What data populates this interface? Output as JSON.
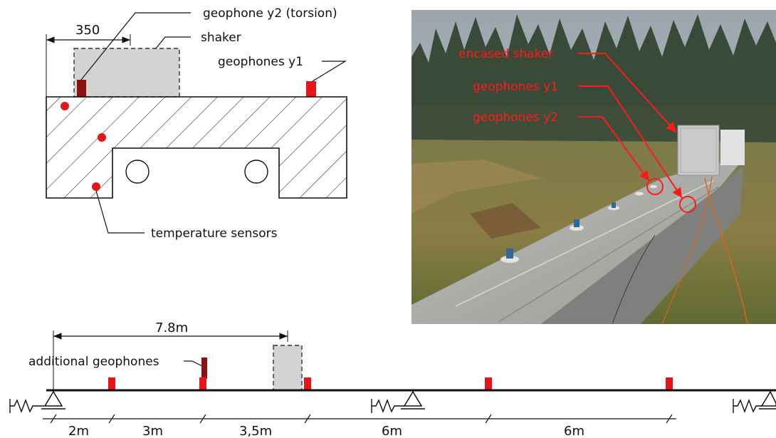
{
  "cross_section": {
    "dimension_label": "350",
    "labels": {
      "geophone_y2": "geophone y2 (torsion)",
      "shaker": "shaker",
      "geophones_y1": "geophones y1",
      "temperature_sensors": "temperature sensors"
    }
  },
  "photo": {
    "labels": {
      "encased_shaker": "encased shaker",
      "geophones_y1": "geophones y1",
      "geophones_y2": "geophones y2"
    }
  },
  "longitudinal": {
    "top_dimension": "7.8m",
    "additional_geophones_label": "additional geophones",
    "spans": [
      "2m",
      "3m",
      "3,5m",
      "6m",
      "6m"
    ]
  },
  "colors": {
    "sensor_red": "#e8141a",
    "geophone_dark": "#8b1010",
    "shaker_fill": "#d3d3d3",
    "annotation_red": "#ff1a1a"
  }
}
